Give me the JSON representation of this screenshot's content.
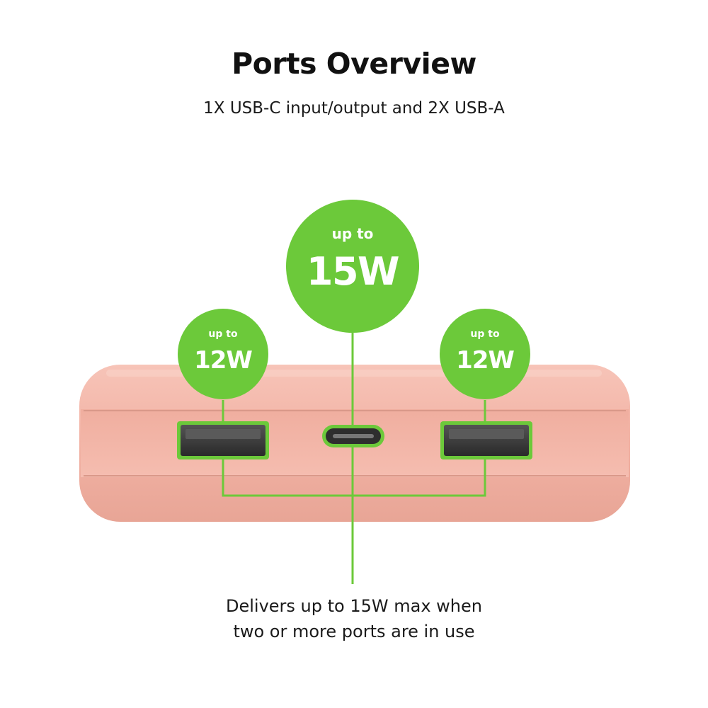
{
  "header": {
    "title": "Ports Overview",
    "subtitle": "1X USB-C input/output and 2X USB-A"
  },
  "badges": {
    "left": {
      "label": "up to",
      "value": "12W"
    },
    "center": {
      "label": "up to",
      "value": "15W"
    },
    "right": {
      "label": "up to",
      "value": "12W"
    }
  },
  "footnote": {
    "line1": "Delivers up to 15W max when",
    "line2": "two or more ports are in use"
  },
  "colors": {
    "accent_green": "#6cc93a",
    "device_pink": "#f3b5a8",
    "port_dark": "#3b3b3b"
  }
}
